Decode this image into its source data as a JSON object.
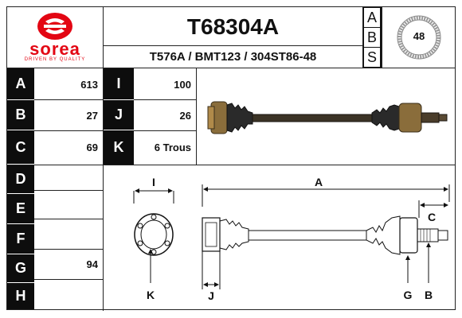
{
  "brand": {
    "name": "sorea",
    "tagline": "DRIVEN BY QUALITY",
    "logo_color": "#e30613"
  },
  "header": {
    "part_number": "T68304A",
    "cross_refs": "T576A / BMT123 / 304ST86-48",
    "abs_letters": [
      "A",
      "B",
      "S"
    ],
    "abs_teeth": "48"
  },
  "specs": {
    "left": [
      {
        "key": "A",
        "value": "613"
      },
      {
        "key": "B",
        "value": "27"
      },
      {
        "key": "C",
        "value": "69"
      },
      {
        "key": "D",
        "value": ""
      },
      {
        "key": "E",
        "value": ""
      },
      {
        "key": "F",
        "value": ""
      },
      {
        "key": "G",
        "value": "94"
      },
      {
        "key": "H",
        "value": ""
      }
    ],
    "right": [
      {
        "key": "I",
        "value": "100"
      },
      {
        "key": "J",
        "value": "26"
      },
      {
        "key": "K",
        "value": "6 Trous"
      }
    ]
  },
  "diagram": {
    "labels": {
      "I": "I",
      "A": "A",
      "C": "C",
      "K": "K",
      "J": "J",
      "G": "G",
      "B": "B"
    }
  }
}
